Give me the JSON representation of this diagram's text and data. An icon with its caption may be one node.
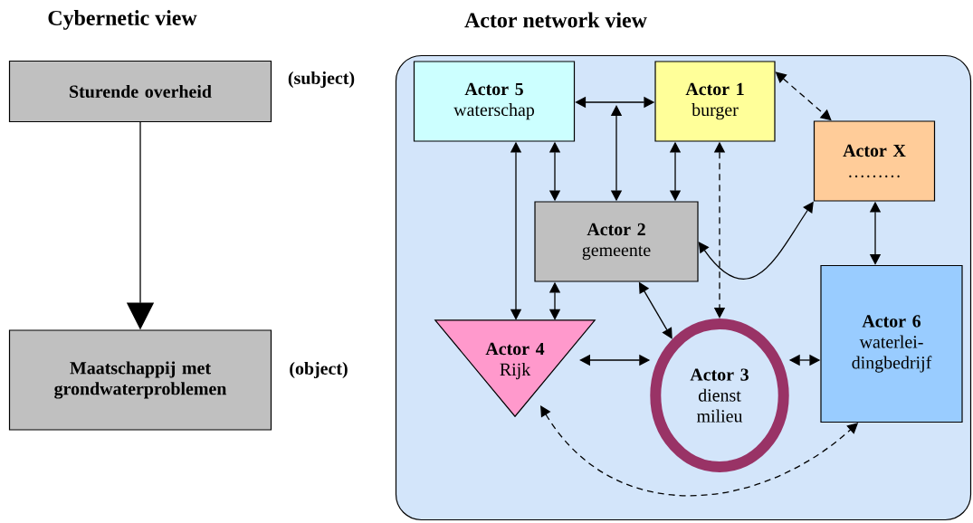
{
  "diagram": {
    "nodes": [
      {
        "text": [
          "Sturende overheid"
        ],
        "beside": [
          "(subject)"
        ]
      },
      {
        "text": [
          "Maatschappij met grondwaterproblemen"
        ],
        "beside": [
          "(object)"
        ]
      },
      {
        "text": [
          "Actor network view"
        ]
      },
      {
        "text": [
          "Actor 5",
          "waterschap"
        ],
        "in": 2
      },
      {
        "text": [
          "Actor 1",
          "burger"
        ],
        "in": 2
      },
      {
        "text": [
          "Actor X",
          "………"
        ],
        "in": 2
      },
      {
        "text": [
          "Actor 2",
          "gemeente"
        ],
        "in": 2
      },
      {
        "text": [
          "Actor 4",
          "Rijk"
        ],
        "in": 2
      },
      {
        "text": [
          "Actor 3",
          "dienst milieu"
        ],
        "in": 2
      },
      {
        "text": [
          "Actor 6",
          "waterlei- dingbedrijf"
        ],
        "in": 2
      }
    ],
    "edges": [
      {
        "from": 0,
        "to": 1,
        "arrow": "to"
      },
      {
        "from": 3,
        "to": 4,
        "arrow": "both"
      },
      {
        "from": 6,
        "to": null,
        "arrow": "both"
      },
      {
        "from": 3,
        "to": 6,
        "arrow": "both"
      },
      {
        "from": 3,
        "to": 7,
        "arrow": "both"
      },
      {
        "from": 4,
        "to": 6,
        "arrow": "both"
      },
      {
        "from": 4,
        "to": 8,
        "arrow": "both",
        "style": "dashed"
      },
      {
        "from": 4,
        "to": 5,
        "arrow": "both",
        "style": "dashed"
      },
      {
        "from": 6,
        "to": 5,
        "arrow": "both"
      },
      {
        "from": 5,
        "to": 9,
        "arrow": "both"
      },
      {
        "from": 6,
        "to": 7,
        "arrow": "both"
      },
      {
        "from": 6,
        "to": 8,
        "arrow": "both"
      },
      {
        "from": 7,
        "to": 8,
        "arrow": "both"
      },
      {
        "from": 8,
        "to": 9,
        "arrow": "both"
      },
      {
        "from": 7,
        "to": 9,
        "arrow": "both",
        "style": "dashed"
      }
    ],
    "labels": [
      "Cybernetic view"
    ]
  }
}
